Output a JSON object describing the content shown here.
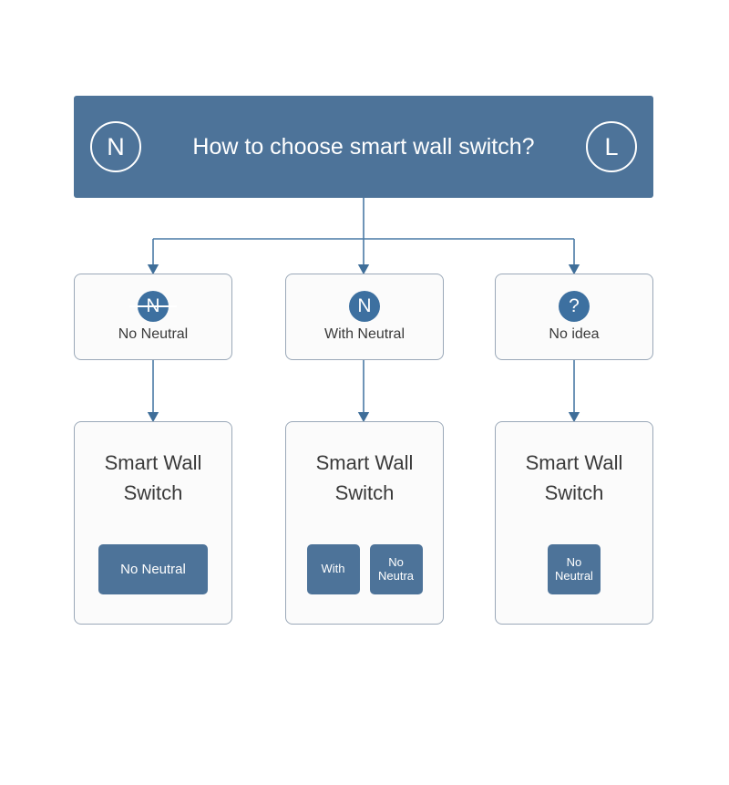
{
  "diagram": {
    "title": "How to choose smart wall switch?",
    "header": {
      "left_badge": "N",
      "right_badge": "L",
      "left_badge_icon": "circle-n-icon",
      "right_badge_icon": "circle-l-icon",
      "background_color": "#4d7399",
      "text_color": "#ffffff"
    },
    "options": [
      {
        "id": "no-neutral",
        "label": "No Neutral",
        "badge_text": "N",
        "badge_icon": "circle-n-struck-icon",
        "struck": true
      },
      {
        "id": "with-neutral",
        "label": "With Neutral",
        "badge_text": "N",
        "badge_icon": "circle-n-icon",
        "struck": false
      },
      {
        "id": "no-idea",
        "label": "No idea",
        "badge_text": "?",
        "badge_icon": "circle-question-icon",
        "struck": false
      }
    ],
    "products": [
      {
        "id": "product-no-neutral",
        "title": "Smart Wall\nSwitch",
        "chips": [
          {
            "label": "No Neutral",
            "size": "wide"
          }
        ]
      },
      {
        "id": "product-with-neutral",
        "title": "Smart Wall\nSwitch",
        "chips": [
          {
            "label": "With",
            "size": "small"
          },
          {
            "label": "No\nNeutra",
            "size": "small"
          }
        ]
      },
      {
        "id": "product-no-idea",
        "title": "Smart Wall\nSwitch",
        "chips": [
          {
            "label": "No\nNeutral",
            "size": "small"
          }
        ]
      }
    ],
    "colors": {
      "accent": "#4d7399",
      "badge_fill": "#3d70a0",
      "connector": "#4a7aa5",
      "card_border": "#9aa8b8",
      "card_background": "#fbfbfb",
      "page_background": "#ffffff"
    }
  }
}
